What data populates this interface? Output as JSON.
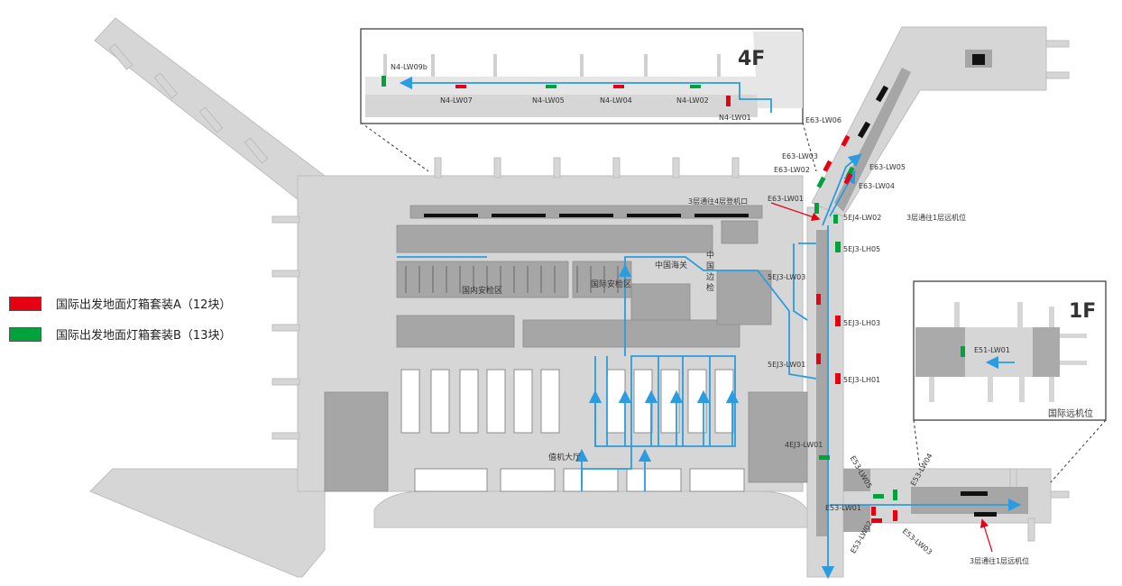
{
  "legend": [
    {
      "label": "国际出发地面灯箱套装A（12块）",
      "color": "#e60012"
    },
    {
      "label": "国际出发地面灯箱套装B（13块）",
      "color": "#00a23c"
    }
  ],
  "colors": {
    "building": "#c8c8c8",
    "dark": "#999999",
    "route": "#2b9ce0",
    "pointer": "#e60012"
  },
  "insets": {
    "upper": {
      "floor": "4F"
    },
    "right": {
      "floor": "1F",
      "caption": "国际远机位"
    }
  },
  "areas": {
    "domestic_security": "国内安检区",
    "intl_security": "国际安检区",
    "customs": "中国海关",
    "border": [
      "中",
      "国",
      "边",
      "检"
    ],
    "checkin_hall": "值机大厅"
  },
  "notes": {
    "to_4f_gate": "3层通往4层登机口",
    "to_1f_remote_a": "3层通往1层远机位",
    "to_1f_remote_b": "3层通往1层远机位"
  },
  "markers": [
    {
      "id": "N4-LW09b",
      "type": "B"
    },
    {
      "id": "N4-LW07",
      "type": "A"
    },
    {
      "id": "N4-LW05",
      "type": "B"
    },
    {
      "id": "N4-LW04",
      "type": "A"
    },
    {
      "id": "N4-LW02",
      "type": "B"
    },
    {
      "id": "N4-LW01",
      "type": "A"
    },
    {
      "id": "E63-LW06",
      "type": "A"
    },
    {
      "id": "E63-LW03",
      "type": "A"
    },
    {
      "id": "E63-LW02",
      "type": "B"
    },
    {
      "id": "E63-LW05",
      "type": "B"
    },
    {
      "id": "E63-LW04",
      "type": "A"
    },
    {
      "id": "E63-LW01",
      "type": "B"
    },
    {
      "id": "5EJ4-LW02",
      "type": "B"
    },
    {
      "id": "5EJ3-LH05",
      "type": "B"
    },
    {
      "id": "5EJ3-LW03",
      "type": "A"
    },
    {
      "id": "5EJ3-LH03",
      "type": "A"
    },
    {
      "id": "5EJ3-LW01",
      "type": "A"
    },
    {
      "id": "5EJ3-LH01",
      "type": "A"
    },
    {
      "id": "4EJ3-LW01",
      "type": "B"
    },
    {
      "id": "E53-LW05",
      "type": "B"
    },
    {
      "id": "E53-LW04",
      "type": "B"
    },
    {
      "id": "E53-LW01",
      "type": "A"
    },
    {
      "id": "E53-LW02",
      "type": "A"
    },
    {
      "id": "E53-LW03",
      "type": "A"
    },
    {
      "id": "E51-LW01",
      "type": "B"
    }
  ]
}
